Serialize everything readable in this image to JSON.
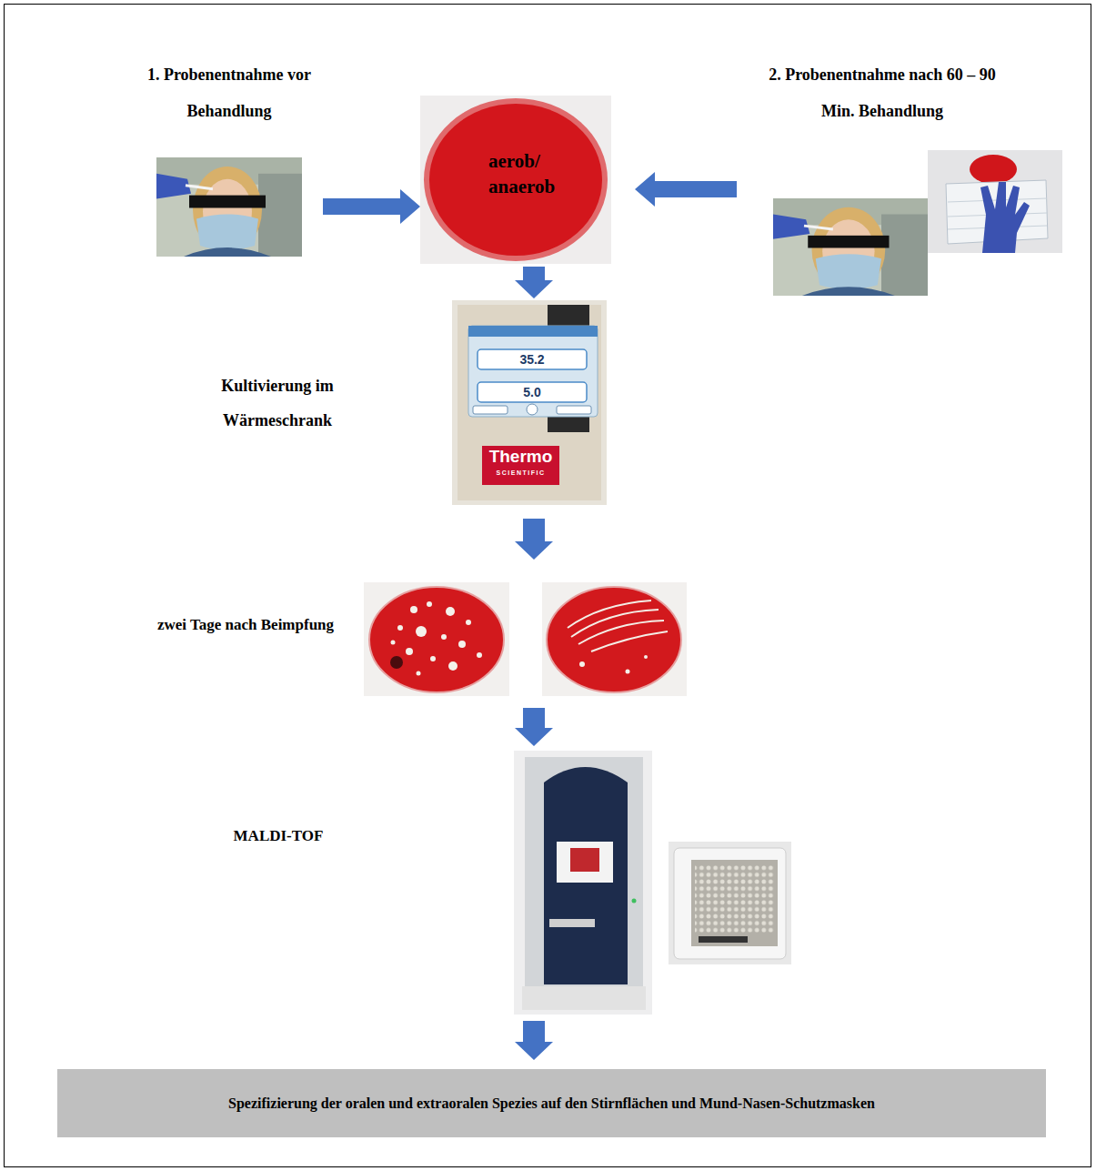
{
  "diagram": {
    "nodes": [
      {
        "text": [
          "1. Probenentnahme vor Behandlung"
        ]
      },
      {
        "text": [
          "aerob/ anaerob"
        ]
      },
      {
        "text": [
          "2. Probenentnahme nach 60 – 90 Min. Behandlung"
        ]
      },
      {
        "text": [
          "Kultivierung im Wärmeschrank",
          "35.2",
          "5.0",
          "Thermo",
          "SCIENTIFIC"
        ]
      },
      {
        "text": [
          "zwei Tage nach Beimpfung"
        ]
      },
      {
        "text": [
          "MALDI-TOF"
        ]
      },
      {
        "text": [
          "Spezifizierung der oralen und extraoralen Spezies auf den Stirnflächen und Mund-Nasen-Schutzmasken"
        ]
      }
    ],
    "edges": [
      {
        "from": 0,
        "to": 1,
        "arrow": "to"
      },
      {
        "from": 2,
        "to": 1,
        "arrow": "to"
      },
      {
        "from": 1,
        "to": 3,
        "arrow": "to"
      },
      {
        "from": 3,
        "to": 4,
        "arrow": "to"
      },
      {
        "from": 4,
        "to": 5,
        "arrow": "to"
      },
      {
        "from": 5,
        "to": 6,
        "arrow": "to"
      }
    ]
  }
}
